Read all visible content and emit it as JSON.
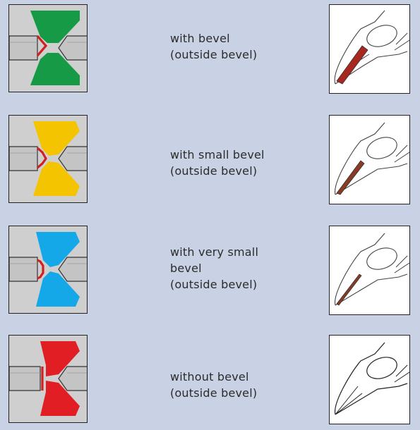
{
  "items": [
    {
      "label_lines": [
        "with bevel",
        "(outside bevel)"
      ],
      "blade_color": "#169a45",
      "edge_color": "#d02020",
      "tip_fill": "#a8281f"
    },
    {
      "label_lines": [
        "with small bevel",
        "(outside bevel)"
      ],
      "blade_color": "#f5c400",
      "edge_color": "#d02020",
      "tip_fill": "#8a3a22"
    },
    {
      "label_lines": [
        "with very small",
        "bevel",
        "(outside bevel)"
      ],
      "blade_color": "#14a8e8",
      "edge_color": "#d02020",
      "tip_fill": "#8a3a22"
    },
    {
      "label_lines": [
        "without bevel",
        "(outside bevel)"
      ],
      "blade_color": "#e21e25",
      "edge_color": "#d02020",
      "tip_fill": "none"
    }
  ]
}
